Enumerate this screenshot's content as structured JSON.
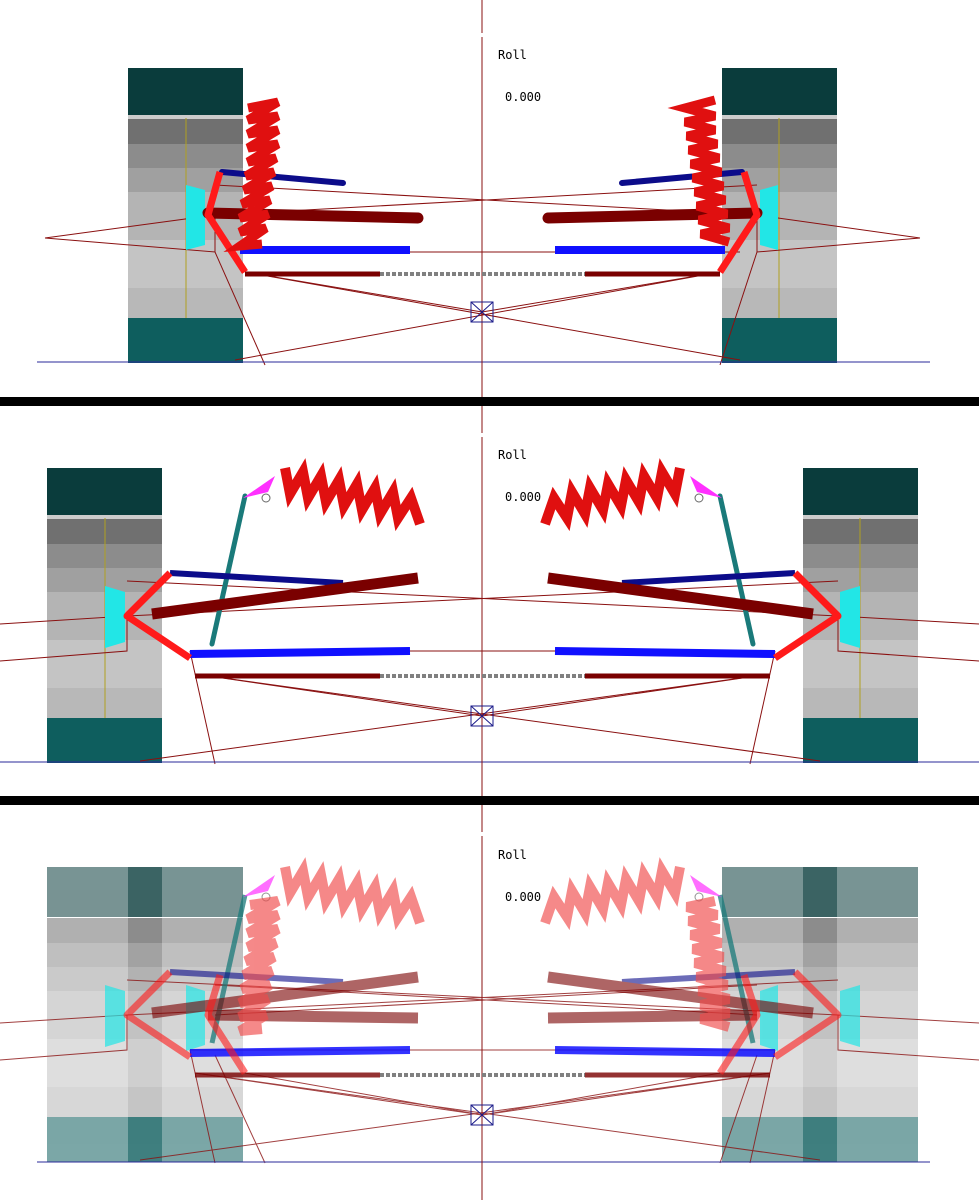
{
  "viewports": [
    {
      "id": "top",
      "readout_label": "Roll",
      "readout_value": "0.000"
    },
    {
      "id": "middle",
      "readout_label": "Roll",
      "readout_value": "0.000"
    },
    {
      "id": "bottom",
      "readout_label": "Roll",
      "readout_value": "0.000"
    }
  ],
  "colors": {
    "background": "#ffffff",
    "separator": "#000000",
    "ground_line": "#2a2a9a",
    "construction_lines": "#8a1010",
    "centerline": "#8a1010",
    "tire_dark": "#0a3c3c",
    "tire_band": "#0e5e5e",
    "tire_gray_light": "#c8c8c8",
    "tire_gray_dark": "#6e6e6e",
    "upright_cyan": "#22e6e6",
    "spring_red": "#e01010",
    "control_arm_red": "#ff1a1a",
    "tie_rod_navy": "#0c0c8a",
    "lower_arm_blue": "#1010ff",
    "dark_red_bar": "#7a0000",
    "pushrod_teal": "#1a7a7a",
    "rocker_magenta": "#ff30ff",
    "rack_gray": "#808080"
  },
  "icons": {
    "roll_center_marker": "boxed-x-marker-icon"
  }
}
